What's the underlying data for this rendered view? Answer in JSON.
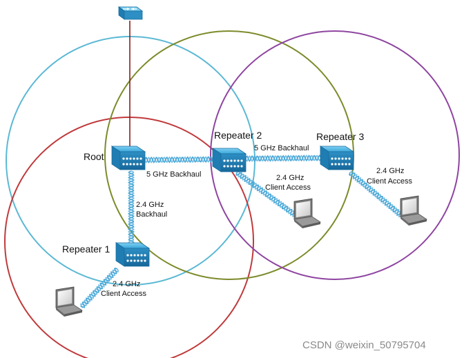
{
  "labels": {
    "root": "Root",
    "repeater1": "Repeater 1",
    "repeater2": "Repeater 2",
    "repeater3": "Repeater 3",
    "backhaul_5ghz_a": "5 GHz Backhaul",
    "backhaul_5ghz_b": "5 GHz Backhaul",
    "backhaul_24_line1": "2.4 GHz",
    "backhaul_24_line2": "Backhaul",
    "client_r1_line1": "2.4 GHz",
    "client_r1_line2": "Client Access",
    "client_r2_line1": "2.4 GHz",
    "client_r2_line2": "Client Access",
    "client_r3_line1": "2.4 GHz",
    "client_r3_line2": "Client Access"
  },
  "watermark": "CSDN @weixin_50795704",
  "icons": {
    "switch": "network-switch-icon",
    "access_point": "access-point-icon",
    "laptop": "laptop-icon"
  },
  "colors": {
    "root_coverage": "#5bb8d4",
    "repeater1_coverage": "#c0393b",
    "repeater2_coverage": "#7d8a2a",
    "repeater3_coverage": "#8e44a0",
    "wired_link": "#8b1a1a",
    "wireless_link": "#4aa8d8",
    "device_fill": "#2f9fd6"
  }
}
